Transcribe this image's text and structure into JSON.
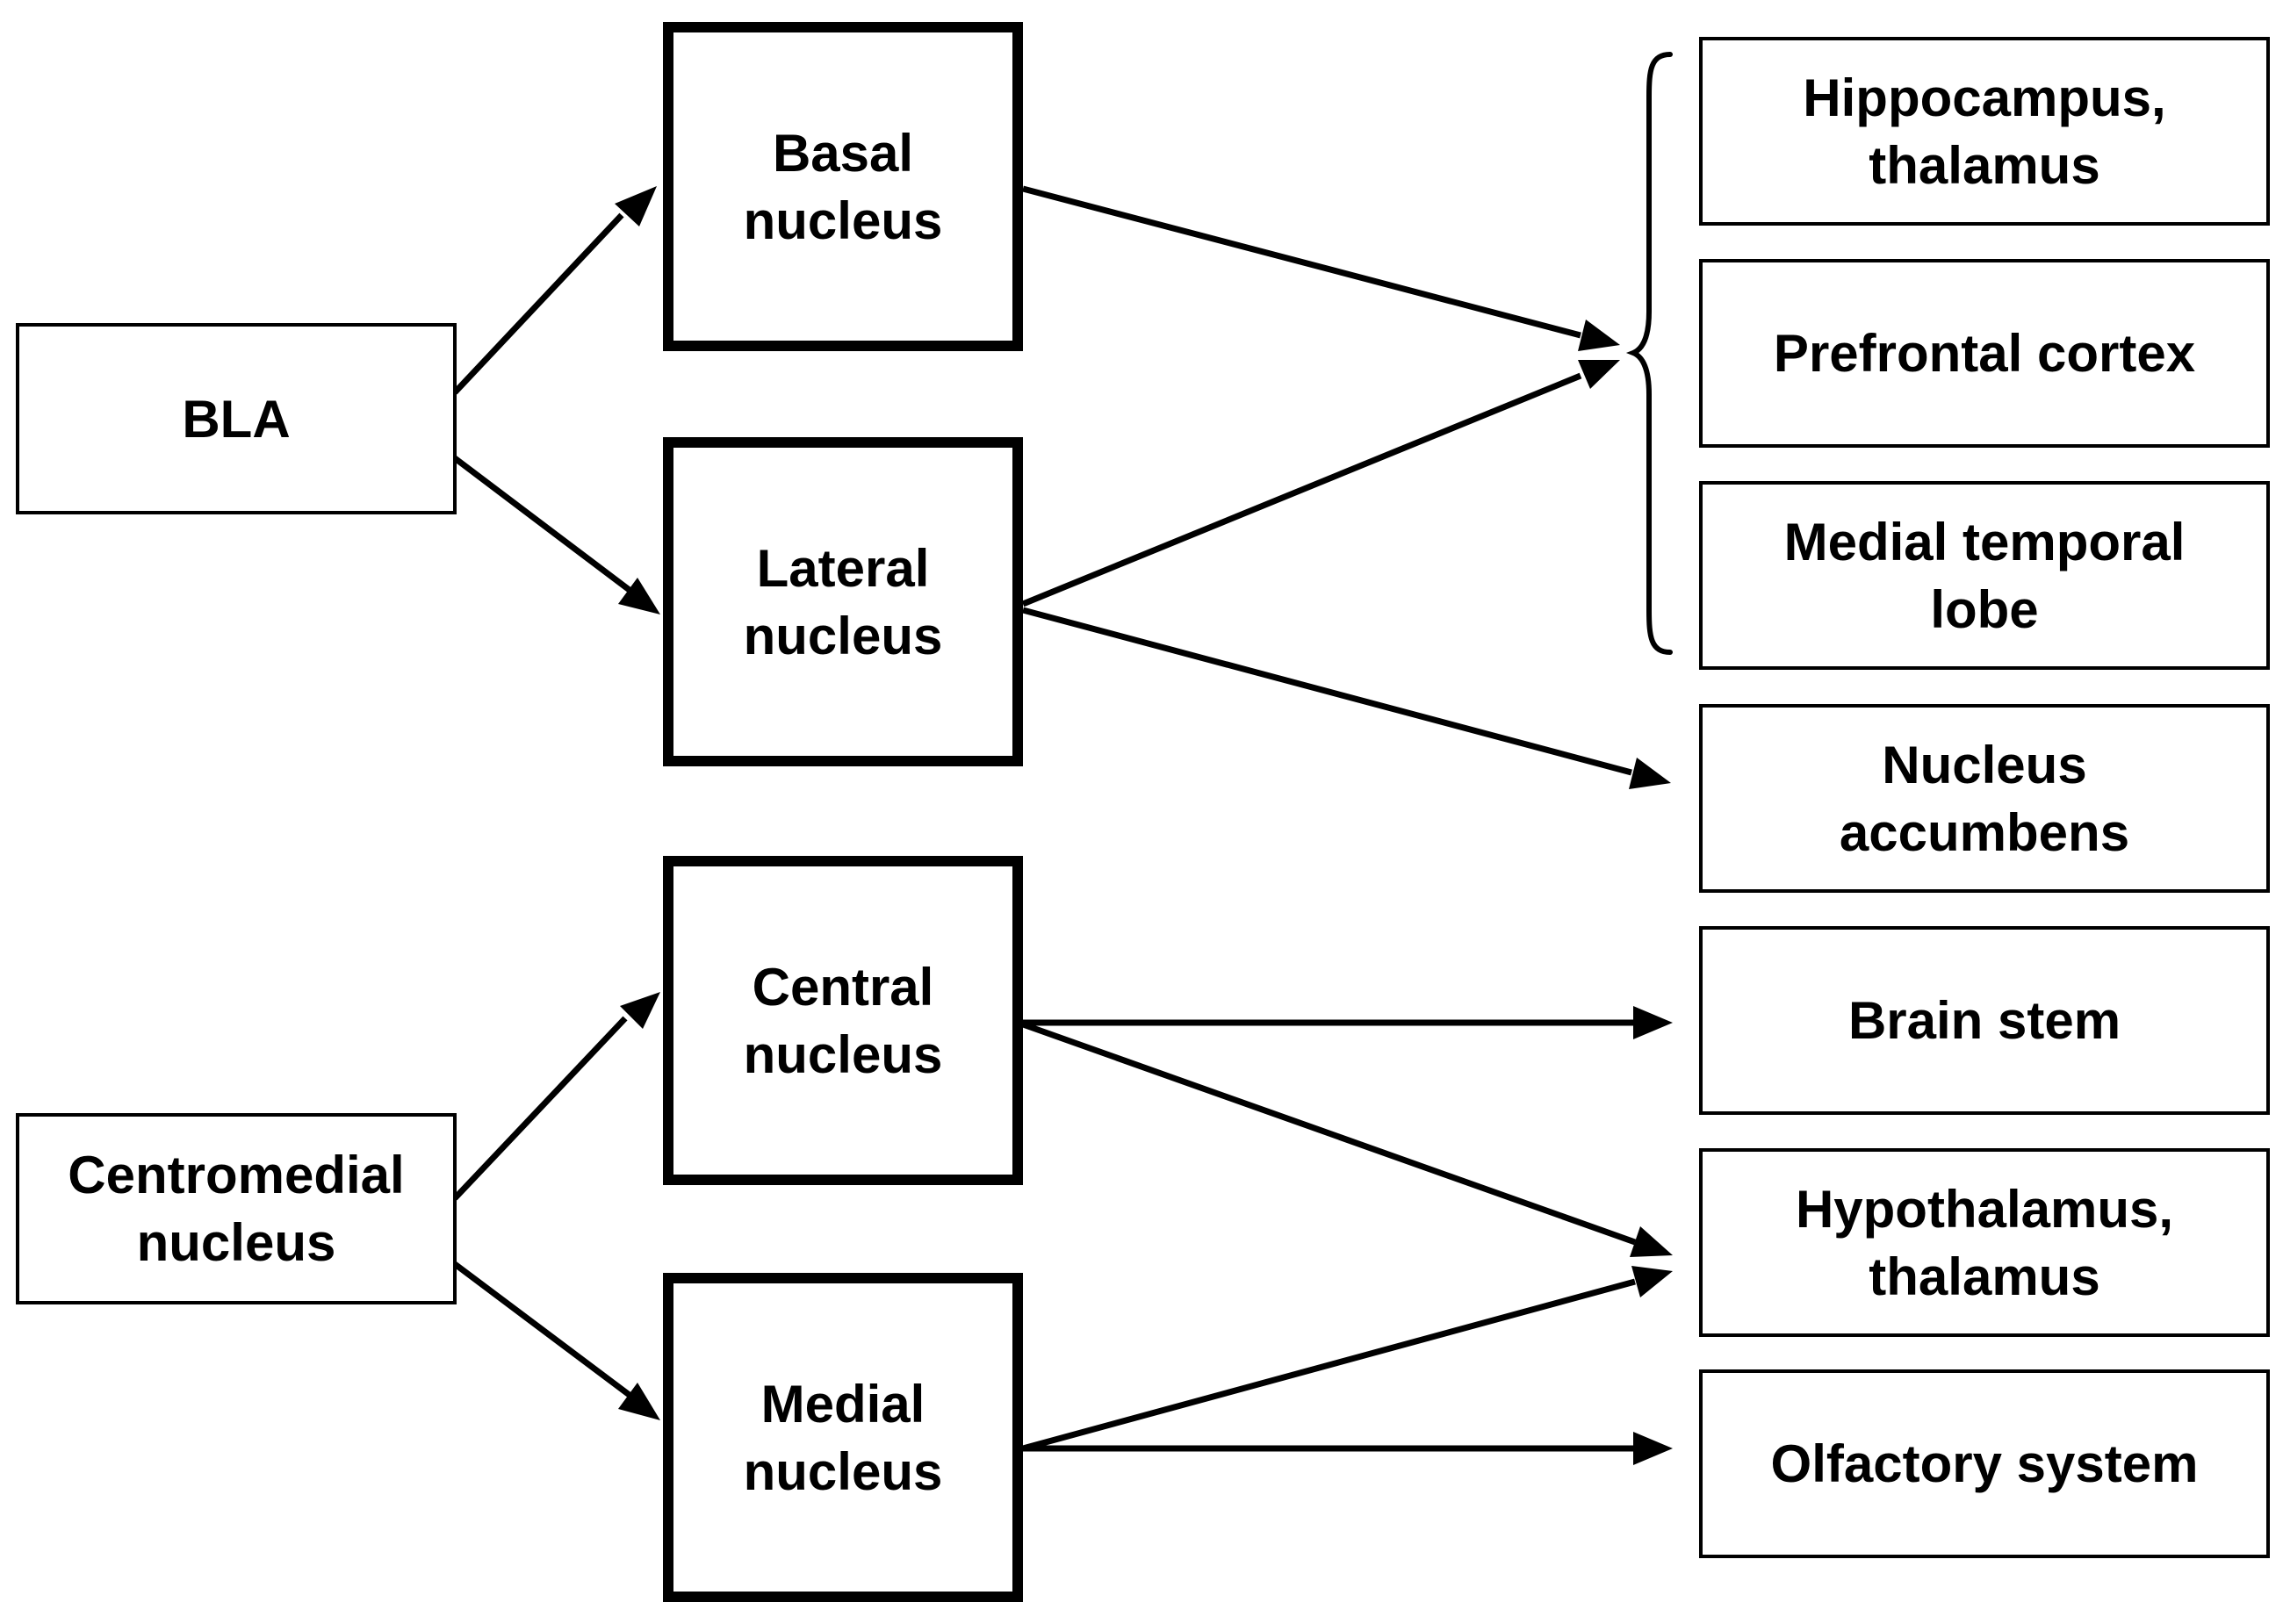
{
  "nodes": {
    "bla": "BLA",
    "centromedial": "Centromedial\nnucleus",
    "basal": "Basal\nnucleus",
    "lateral": "Lateral\nnucleus",
    "central": "Central\nnucleus",
    "medial": "Medial\nnucleus",
    "hippocampus_thalamus": "Hippocampus,\nthalamus",
    "prefrontal_cortex": "Prefrontal cortex",
    "medial_temporal_lobe": "Medial temporal\nlobe",
    "nucleus_accumbens": "Nucleus\naccumbens",
    "brain_stem": "Brain stem",
    "hypothalamus_thalamus": "Hypothalamus,\nthalamus",
    "olfactory_system": "Olfactory system"
  },
  "edges": [
    {
      "from": "bla",
      "to": "basal"
    },
    {
      "from": "bla",
      "to": "lateral"
    },
    {
      "from": "centromedial",
      "to": "central"
    },
    {
      "from": "centromedial",
      "to": "medial"
    },
    {
      "from": "basal",
      "to": "cortical_group"
    },
    {
      "from": "lateral",
      "to": "cortical_group"
    },
    {
      "from": "lateral",
      "to": "nucleus_accumbens"
    },
    {
      "from": "central",
      "to": "brain_stem"
    },
    {
      "from": "central",
      "to": "hypothalamus_thalamus"
    },
    {
      "from": "medial",
      "to": "hypothalamus_thalamus"
    },
    {
      "from": "medial",
      "to": "olfactory_system"
    }
  ],
  "groups": {
    "cortical_group": [
      "hippocampus_thalamus",
      "prefrontal_cortex",
      "medial_temporal_lobe"
    ]
  }
}
